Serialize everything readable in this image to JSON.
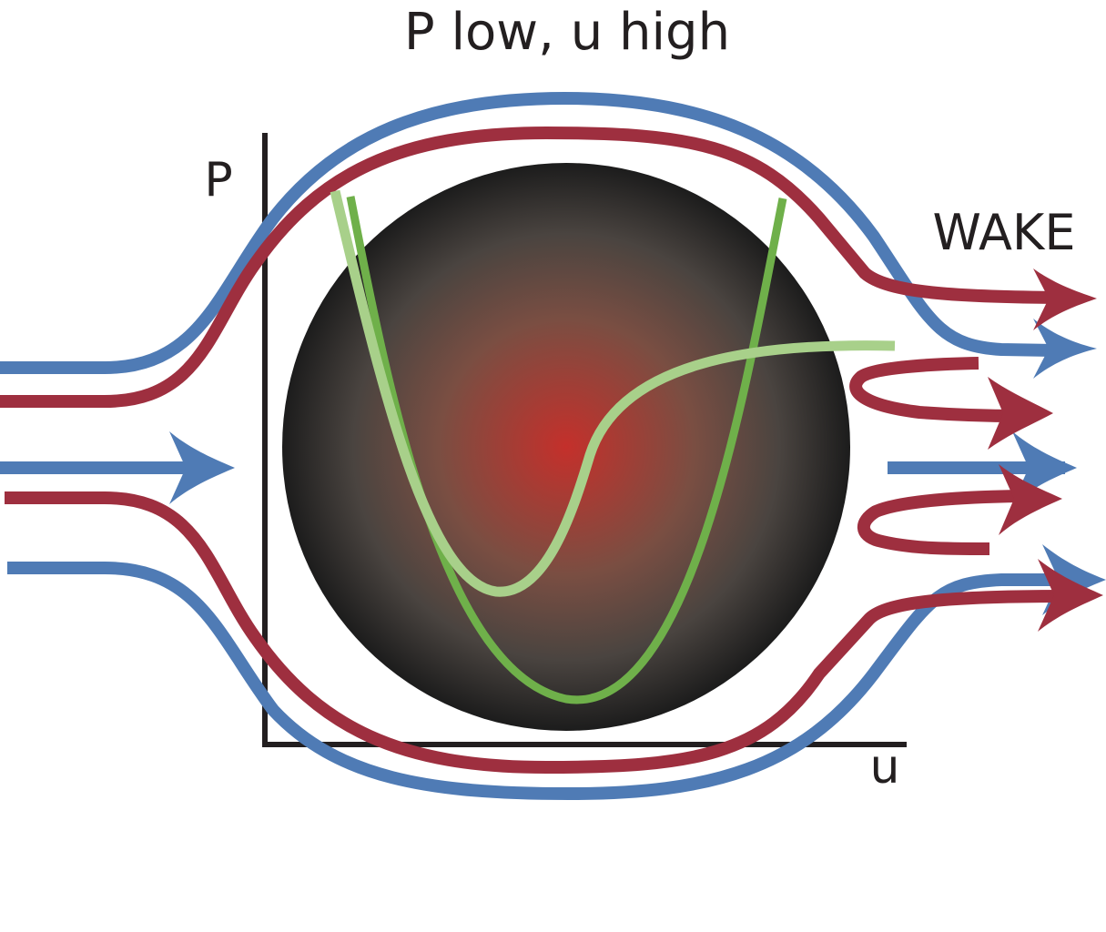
{
  "diagram": {
    "title": "P low, u high",
    "axis_y_label": "P",
    "axis_x_label": "u",
    "wake_label": "WAKE",
    "colors": {
      "blue_stream": "#4f7bb5",
      "red_stream": "#9e2f3f",
      "green_dark": "#6fb04a",
      "green_light": "#a8d08a",
      "sphere_center": "#c4302b",
      "sphere_edge": "#1c1c1c",
      "axis": "#231f20"
    }
  }
}
